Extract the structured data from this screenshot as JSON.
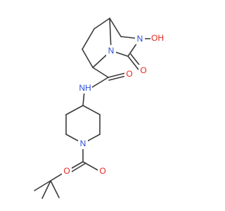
{
  "structure": {
    "atoms": [
      {
        "id": "a1",
        "element": "N",
        "text": "N",
        "color": "#2a4bd7"
      },
      {
        "id": "a2",
        "element": "N",
        "text": "N",
        "color": "#2a4bd7"
      },
      {
        "id": "a3",
        "element": "O",
        "text": "OH",
        "color": "#e3261b"
      },
      {
        "id": "a4",
        "element": "O",
        "text": "O",
        "color": "#e3261b"
      },
      {
        "id": "a5",
        "element": "N",
        "text": "NH",
        "color": "#2a4bd7"
      },
      {
        "id": "a6",
        "element": "O",
        "text": "O",
        "color": "#e3261b"
      },
      {
        "id": "a7",
        "element": "N",
        "text": "N",
        "color": "#2a4bd7"
      },
      {
        "id": "a8",
        "element": "O",
        "text": "O",
        "color": "#e3261b"
      },
      {
        "id": "a9",
        "element": "O",
        "text": "O",
        "color": "#e3261b"
      }
    ],
    "bond_color": "#3a3a3a"
  }
}
